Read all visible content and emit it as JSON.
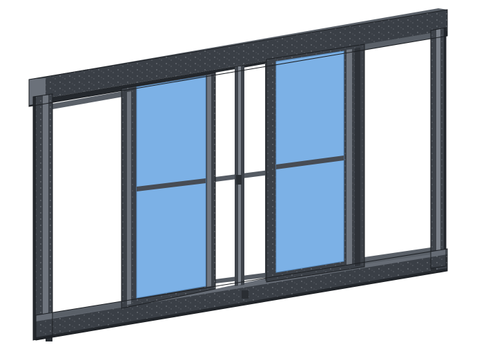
{
  "colors": {
    "background": "#ffffff",
    "frame_dark": "#2e3238",
    "frame_mid": "#4a4f57",
    "frame_light": "#6c727b",
    "frame_highlight": "#8d939b",
    "glass": "#7cb1e6",
    "glass_edge": "#5b8fc4",
    "opening": "#ffffff"
  },
  "model": {
    "kind": "sliding-window-frame-3d",
    "panels": [
      {
        "id": "left-fixed-opening",
        "glazed": false
      },
      {
        "id": "left-sliding-sash",
        "glazed": true,
        "muntin_fraction": 0.5
      },
      {
        "id": "center-opening",
        "glazed": false
      },
      {
        "id": "right-sliding-sash",
        "glazed": true,
        "muntin_fraction": 0.5
      },
      {
        "id": "right-fixed-opening",
        "glazed": false
      }
    ]
  }
}
